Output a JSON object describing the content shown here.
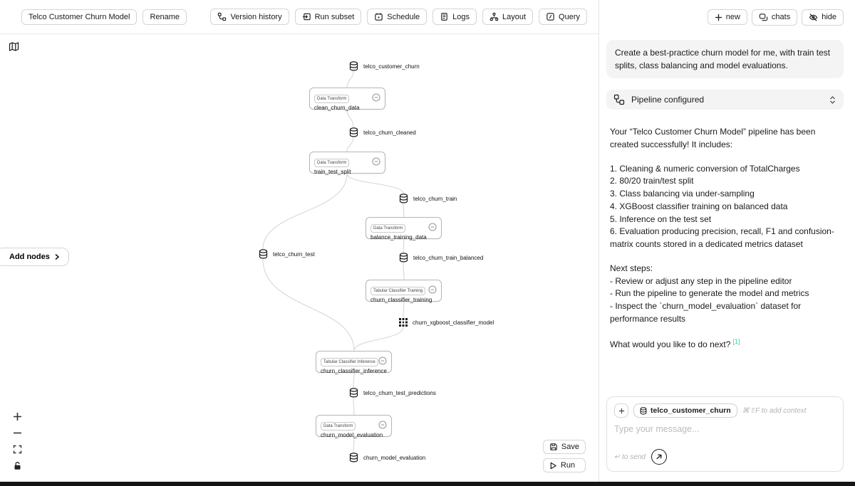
{
  "toolbar": {
    "title_button": "Telco Customer Churn Model",
    "rename_button": "Rename",
    "actions": [
      "Version history",
      "Run subset",
      "Schedule",
      "Logs",
      "Layout",
      "Query"
    ]
  },
  "canvas": {
    "add_nodes_label": "Add nodes",
    "save_label": "Save",
    "run_label": "Run",
    "transform_nodes": [
      {
        "badge": "Data Transform",
        "title": "clean_churn_data"
      },
      {
        "badge": "Data Transform",
        "title": "train_test_split"
      },
      {
        "badge": "Data Transform",
        "title": "balance_training_data"
      },
      {
        "badge": "Tabular Classifier Training",
        "title": "churn_classifier_training"
      },
      {
        "badge": "Tabular Classifier Inference",
        "title": "churn_classifier_inference"
      },
      {
        "badge": "Data Transform",
        "title": "churn_model_evaluation"
      }
    ],
    "datasets": [
      {
        "label": "telco_customer_churn"
      },
      {
        "label": "telco_churn_cleaned"
      },
      {
        "label": "telco_churn_train"
      },
      {
        "label": "telco_churn_test"
      },
      {
        "label": "telco_churn_train_balanced"
      },
      {
        "label": "telco_churn_test_predictions"
      },
      {
        "label": "churn_model_evaluation"
      }
    ],
    "model_node": {
      "label": "churn_xgboost_classifier_model"
    }
  },
  "chat": {
    "header": {
      "new": "new",
      "chats": "chats",
      "hide": "hide"
    },
    "user_message": "Create a best-practice churn model for me, with train test splits, class balancing and model evaluations.",
    "tool_row_label": "Pipeline configured",
    "assistant": {
      "p1": "Your “Telco Customer Churn Model” pipeline has been created successfully! It includes:",
      "list": "1. Cleaning & numeric conversion of TotalCharges\n2. 80/20 train/test split\n3. Class balancing via under-sampling\n4. XGBoost classifier training on balanced data\n5. Inference on the test set\n6. Evaluation producing precision, recall, F1 and confusion-matrix counts stored in a dedicated metrics dataset",
      "next_steps": "Next steps:\n- Review or adjust any step in the pipeline editor\n- Run the pipeline to generate the model and metrics\n- Inspect the `churn_model_evaluation` dataset for performance results",
      "question": "What would you like to do next?",
      "citation": "[1]"
    },
    "composer": {
      "context_chip": "telco_customer_churn",
      "context_hint": "⌘⇧F to add context",
      "placeholder": "Type your message...",
      "send_hint": "↵ to send"
    }
  }
}
